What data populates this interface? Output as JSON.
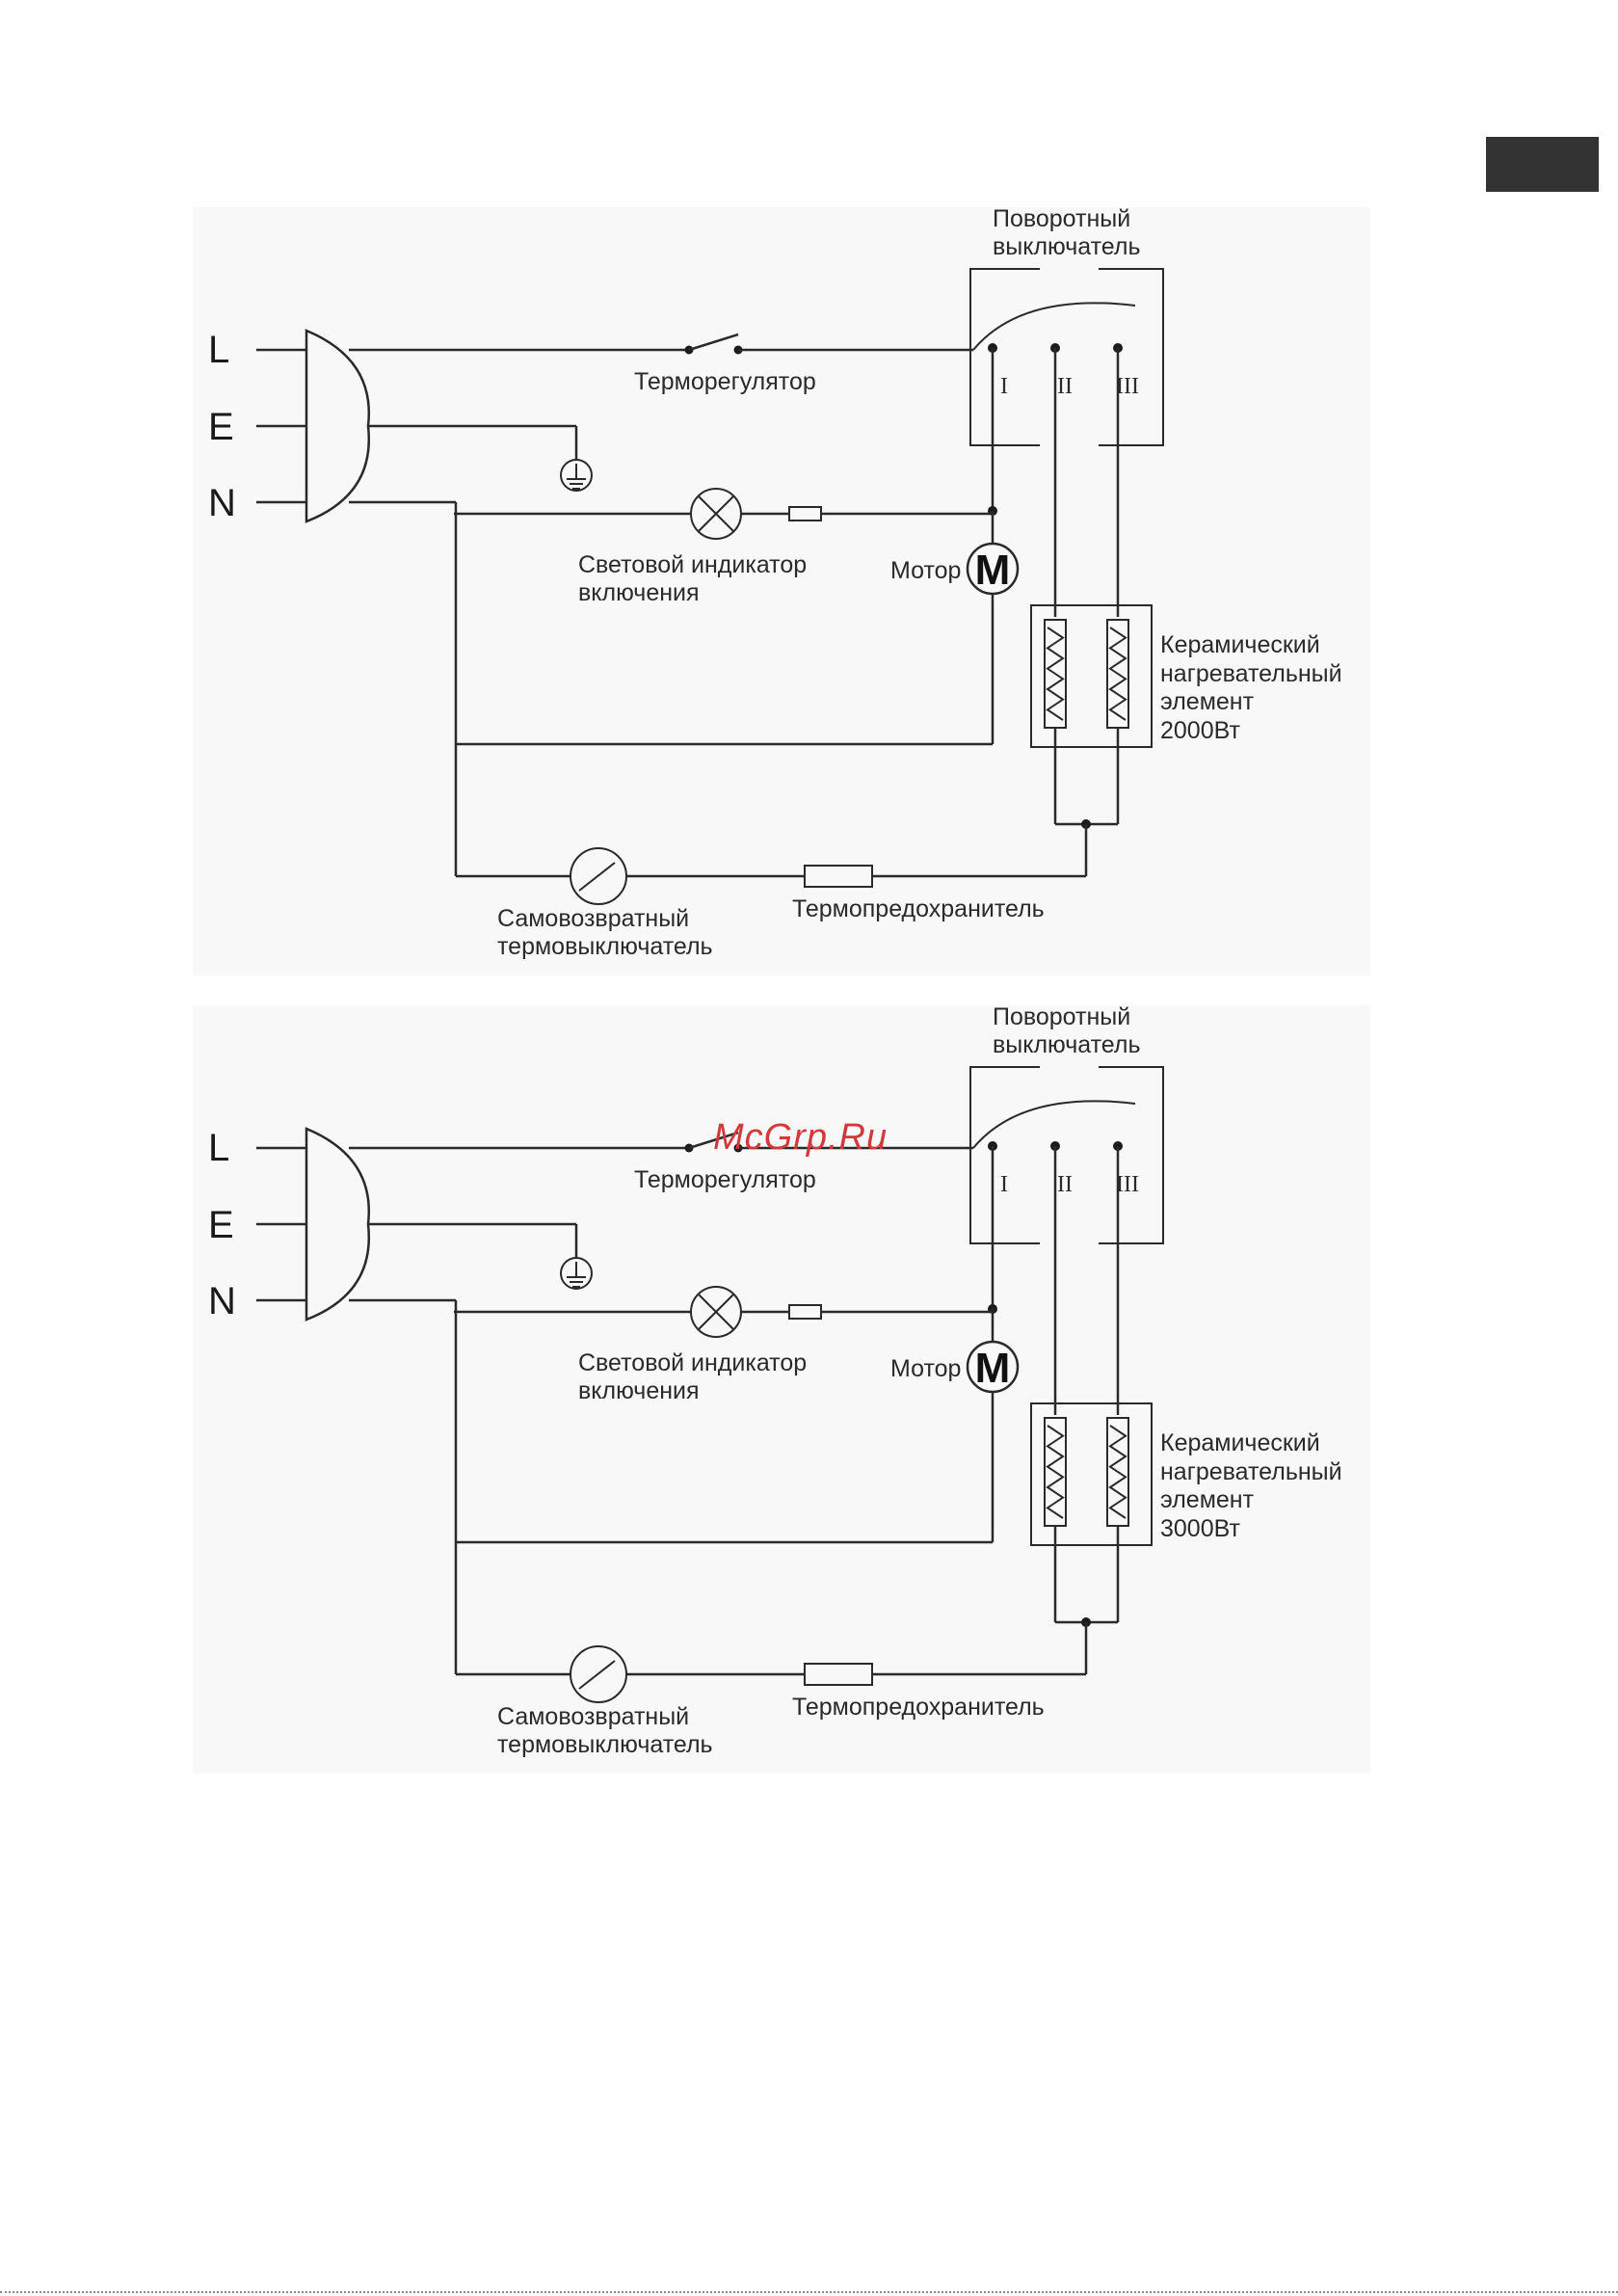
{
  "watermark": "McGrp.Ru",
  "diagrams": [
    {
      "terminals": {
        "l": "L",
        "e": "E",
        "n": "N"
      },
      "labels": {
        "rotary_switch_line1": "Поворотный",
        "rotary_switch_line2": "выключатель",
        "thermoregulator": "Терморегулятор",
        "indicator_line1": "Световой индикатор",
        "indicator_line2": "включения",
        "motor": "Мотор",
        "heater_line1": "Керамический",
        "heater_line2": "нагревательный",
        "heater_line3": "элемент",
        "heater_power": "2000Вт",
        "reset_switch_line1": "Самовозвратный",
        "reset_switch_line2": "термовыключатель",
        "thermal_fuse": "Термопредохранитель"
      },
      "switch_positions": [
        "I",
        "II",
        "III"
      ],
      "motor_symbol": "M"
    },
    {
      "terminals": {
        "l": "L",
        "e": "E",
        "n": "N"
      },
      "labels": {
        "rotary_switch_line1": "Поворотный",
        "rotary_switch_line2": "выключатель",
        "thermoregulator": "Терморегулятор",
        "indicator_line1": "Световой индикатор",
        "indicator_line2": "включения",
        "motor": "Мотор",
        "heater_line1": "Керамический",
        "heater_line2": "нагревательный",
        "heater_line3": "элемент",
        "heater_power": "3000Вт",
        "reset_switch_line1": "Самовозвратный",
        "reset_switch_line2": "термовыключатель",
        "thermal_fuse": "Термопредохранитель"
      },
      "switch_positions": [
        "I",
        "II",
        "III"
      ],
      "motor_symbol": "M"
    }
  ]
}
